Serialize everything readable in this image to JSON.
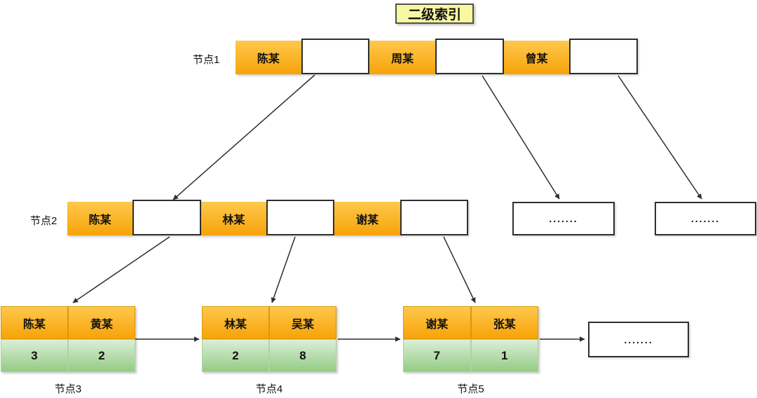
{
  "title": "二级索引",
  "node1": {
    "label": "节点1",
    "keys": [
      "陈某",
      "周某",
      "曾某"
    ]
  },
  "node2": {
    "label": "节点2",
    "keys": [
      "陈某",
      "林某",
      "谢某"
    ]
  },
  "ellipsis": {
    "level2_left": ".......",
    "level2_right": ".......",
    "leaf": "......."
  },
  "leaf_nodes": [
    {
      "label": "节点3",
      "keys": [
        "陈某",
        "黄某"
      ],
      "values": [
        "3",
        "2"
      ]
    },
    {
      "label": "节点4",
      "keys": [
        "林某",
        "吴某"
      ],
      "values": [
        "2",
        "8"
      ]
    },
    {
      "label": "节点5",
      "keys": [
        "谢某",
        "张某"
      ],
      "values": [
        "7",
        "1"
      ]
    }
  ],
  "colors": {
    "key_cell_top": "#ffc84d",
    "key_cell_bottom": "#f7a308",
    "value_cell_top": "#dceed7",
    "value_cell_bottom": "#93cc84",
    "title_background": "#f8f8a1",
    "box_border": "#2e2e2e"
  }
}
